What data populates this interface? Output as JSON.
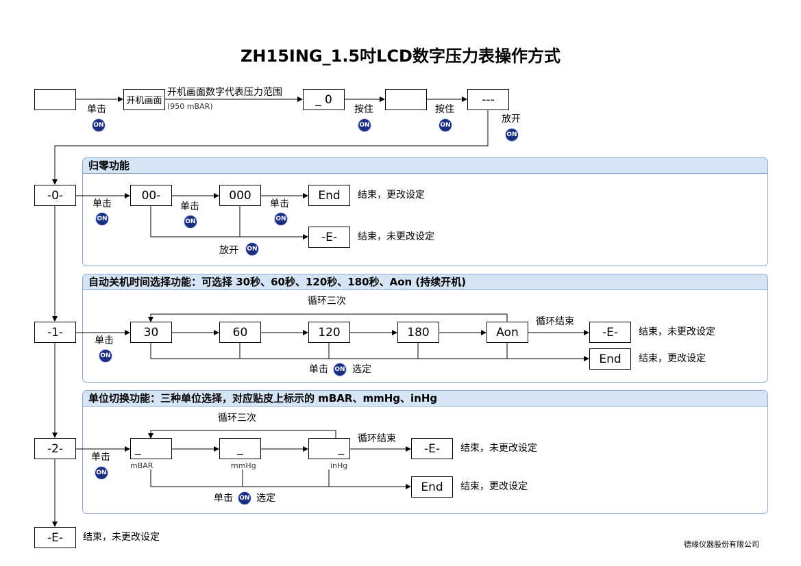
{
  "title": "ZH15ING_1.5吋LCD数字压力表操作方式",
  "footer": "德缘仪器股份有限公司",
  "on_badge": "ON",
  "top_row": {
    "display_boot": "开机画面",
    "range_label": "开机画面数字代表压力范围",
    "range_sub": "(950 mBAR)",
    "display_zero": "_ 0",
    "display_dash": "---",
    "single_press": "单击",
    "hold": "按住",
    "release": "放开"
  },
  "modes": {
    "zero": "-0-",
    "one": "-1-",
    "two": "-2-",
    "exit": "-E-",
    "exit_desc": "结束，未更改设定"
  },
  "zero_panel": {
    "header": "归零功能",
    "box1": "00-",
    "box2": "000",
    "end": "End",
    "err": "-E-",
    "press": "单击",
    "release": "放开",
    "end_desc": "结束，更改设定",
    "err_desc": "结束，未更改设定"
  },
  "auto_off_panel": {
    "header": "自动关机时间选择功能：可选择 30秒、60秒、120秒、180秒、Aon (持续开机)",
    "options": [
      "30",
      "60",
      "120",
      "180",
      "Aon"
    ],
    "loop3": "循环三次",
    "loop_end": "循环结束",
    "press": "单击",
    "select": "选定",
    "err": "-E-",
    "end": "End",
    "err_desc": "结束，未更改设定",
    "end_desc": "结束，更改设定"
  },
  "unit_panel": {
    "header": "单位切换功能：三种单位选择，对应贴皮上标示的 mBAR、mmHg、inHg",
    "boxes": [
      "_",
      "_",
      "_"
    ],
    "units": [
      "mBAR",
      "mmHg",
      "inHg"
    ],
    "loop3": "循环三次",
    "loop_end": "循环结束",
    "press": "单击",
    "select": "选定",
    "err": "-E-",
    "end": "End",
    "err_desc": "结束，未更改设定",
    "end_desc": "结束，更改设定"
  }
}
